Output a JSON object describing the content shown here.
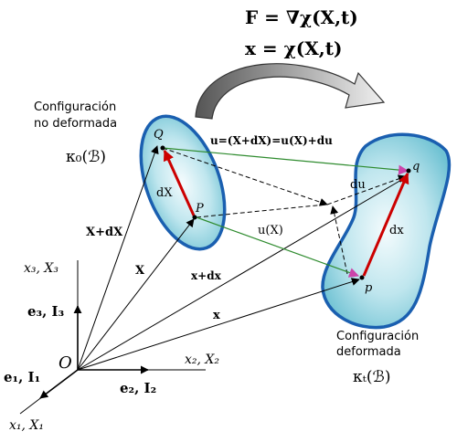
{
  "equations": {
    "gradient": "F = ∇χ(X,t)",
    "motion": "x = χ(X,t)"
  },
  "undeformed": {
    "caption_line1": "Configuración",
    "caption_line2": "no deformada",
    "symbol": "κ₀(ℬ)"
  },
  "deformed": {
    "caption_line1": "Configuración",
    "caption_line2": "deformada",
    "symbol": "κₜ(ℬ)"
  },
  "points": {
    "origin": "O",
    "Q": "Q",
    "P": "P",
    "q": "q",
    "p": "p"
  },
  "vectors": {
    "X_plus_dX": "X+dX",
    "X": "X",
    "x_plus_dx": "x+dx",
    "x": "x",
    "dX": "dX",
    "dx": "dx",
    "du": "du",
    "uX": "u(X)",
    "u_relation": "u=(X+dX)=u(X)+du"
  },
  "axes": {
    "axis3": "x₃, X₃",
    "axis2": "x₂, X₂",
    "axis1": "x₁, X₁",
    "basis3": "e₃, I₃",
    "basis2": "e₂, I₂",
    "basis1": "e₁, I₁"
  },
  "colors": {
    "body_fill": "#8fd3e0",
    "body_outline": "#1a5fb0",
    "red_arrow": "#cc0000",
    "green_arrow": "#2e8b2e"
  }
}
